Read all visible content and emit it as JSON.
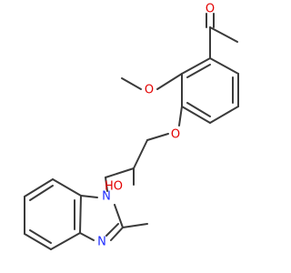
{
  "molecule": {
    "bond_color": "#3a3a3a",
    "colors": {
      "oxygen": "#e30000",
      "nitrogen": "#1f2dff"
    },
    "atoms": {
      "ketone_o": "O",
      "methoxy_o": "O",
      "ether_o": "O",
      "hydroxyl": "HO",
      "imidazole_n1": "N",
      "imidazole_n3": "N"
    }
  }
}
